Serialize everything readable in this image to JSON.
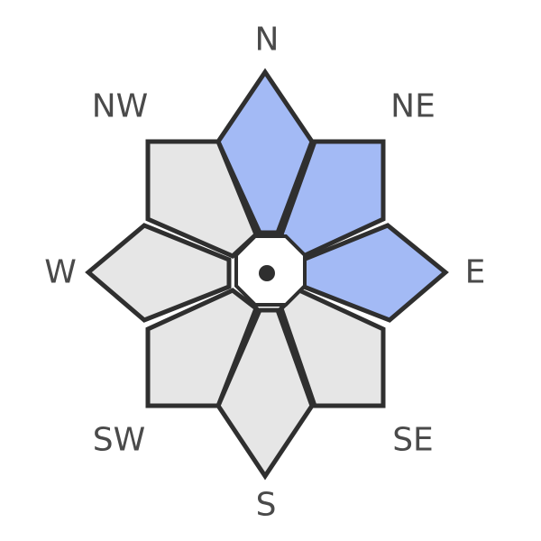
{
  "compass": {
    "directions": [
      {
        "label": "N",
        "selected": true
      },
      {
        "label": "NE",
        "selected": true
      },
      {
        "label": "E",
        "selected": true
      },
      {
        "label": "SE",
        "selected": false
      },
      {
        "label": "S",
        "selected": false
      },
      {
        "label": "SW",
        "selected": false
      },
      {
        "label": "W",
        "selected": false
      },
      {
        "label": "NW",
        "selected": false
      }
    ],
    "colors": {
      "selected": "#a3baf5",
      "unselected": "#e6e6e6",
      "outline": "#2f2f2f",
      "label": "#4a4a4a"
    }
  }
}
